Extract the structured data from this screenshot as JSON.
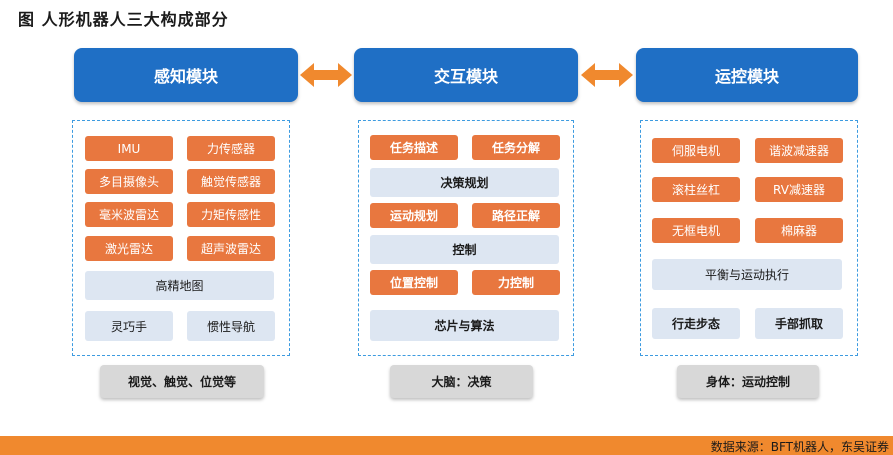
{
  "title": "图  人形机器人三大构成部分",
  "modules": {
    "perception": {
      "header": "感知模块",
      "items": [
        "IMU",
        "力传感器",
        "多目摄像头",
        "触觉传感器",
        "毫米波雷达",
        "力矩传感性",
        "激光雷达",
        "超声波雷达"
      ],
      "wide_item": "高精地图",
      "bottom_items": [
        "灵巧手",
        "惯性导航"
      ],
      "footer": "视觉、触觉、位觉等"
    },
    "interaction": {
      "header": "交互模块",
      "row1": [
        "任务描述",
        "任务分解"
      ],
      "band1": "决策规划",
      "row2": [
        "运动规划",
        "路径正解"
      ],
      "band2": "控制",
      "row3": [
        "位置控制",
        "力控制"
      ],
      "band3": "芯片与算法",
      "footer": "大脑：决策"
    },
    "motion": {
      "header": "运控模块",
      "items": [
        "伺服电机",
        "谐波减速器",
        "滚柱丝杠",
        "RV减速器",
        "无框电机",
        "棉麻器"
      ],
      "wide_item": "平衡与运动执行",
      "bottom_items": [
        "行走步态",
        "手部抓取"
      ],
      "footer": "身体：运动控制"
    }
  },
  "source": "数据来源：BFT机器人，东吴证券",
  "colors": {
    "header": "#1f6fc5",
    "orange": "#e8773f",
    "light_blue": "#dde6f2",
    "footer_gray": "#d8d8d8",
    "bottom_bar": "#f0892e",
    "arrow": "#f0892e"
  }
}
